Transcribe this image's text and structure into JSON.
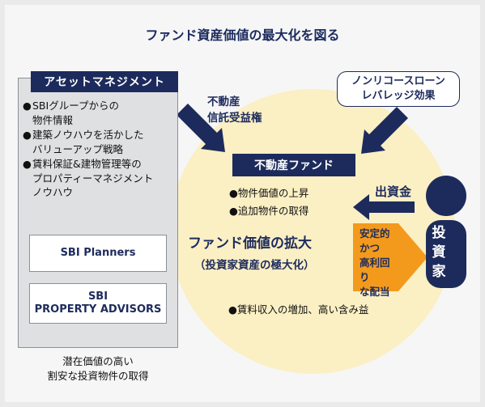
{
  "title": "ファンド資産価値の最大化を図る",
  "asset_management": {
    "heading": "アセットマネジメント",
    "bullet": "●",
    "items": [
      "SBIグループからの物件情報",
      "建築ノウハウを活かしたバリューアップ戦略",
      "賃料保証&建物管理等のプロパティーマネジメントノウハウ"
    ],
    "item_lines": [
      [
        "SBIグループからの",
        "物件情報"
      ],
      [
        "建築ノウハウを活かした",
        "バリューアップ戦略"
      ],
      [
        "賃料保証&建物管理等の",
        "プロパティーマネジメント",
        "ノウハウ"
      ]
    ],
    "companies": [
      "SBI Planners",
      "SBI PROPERTY ADVISORS"
    ],
    "company_lines": [
      [
        "SBI Planners"
      ],
      [
        "SBI",
        "PROPERTY ADVISORS"
      ]
    ],
    "caption": [
      "潜在価値の高い",
      "割安な投資物件の取得"
    ]
  },
  "nonrecourse": [
    "ノンリコースローン",
    "レバレッジ効果"
  ],
  "trust": [
    "不動産",
    "信託受益権"
  ],
  "fund": {
    "label": "不動産ファンド",
    "items": [
      "●物件価値の上昇",
      "●追加物件の取得"
    ]
  },
  "investment_label": "出資金",
  "investor": [
    "投",
    "資",
    "家"
  ],
  "value": {
    "title": "ファンド価値の拡大",
    "subtitle": "（投資家資産の極大化）"
  },
  "dividend": [
    "安定的",
    "かつ",
    "高利回り",
    "な配当"
  ],
  "rent_note": "●賃料収入の増加、高い含み益",
  "colors": {
    "navy": "#1d2b5c",
    "orange": "#f39a1c",
    "circle": "#fbefc4"
  }
}
